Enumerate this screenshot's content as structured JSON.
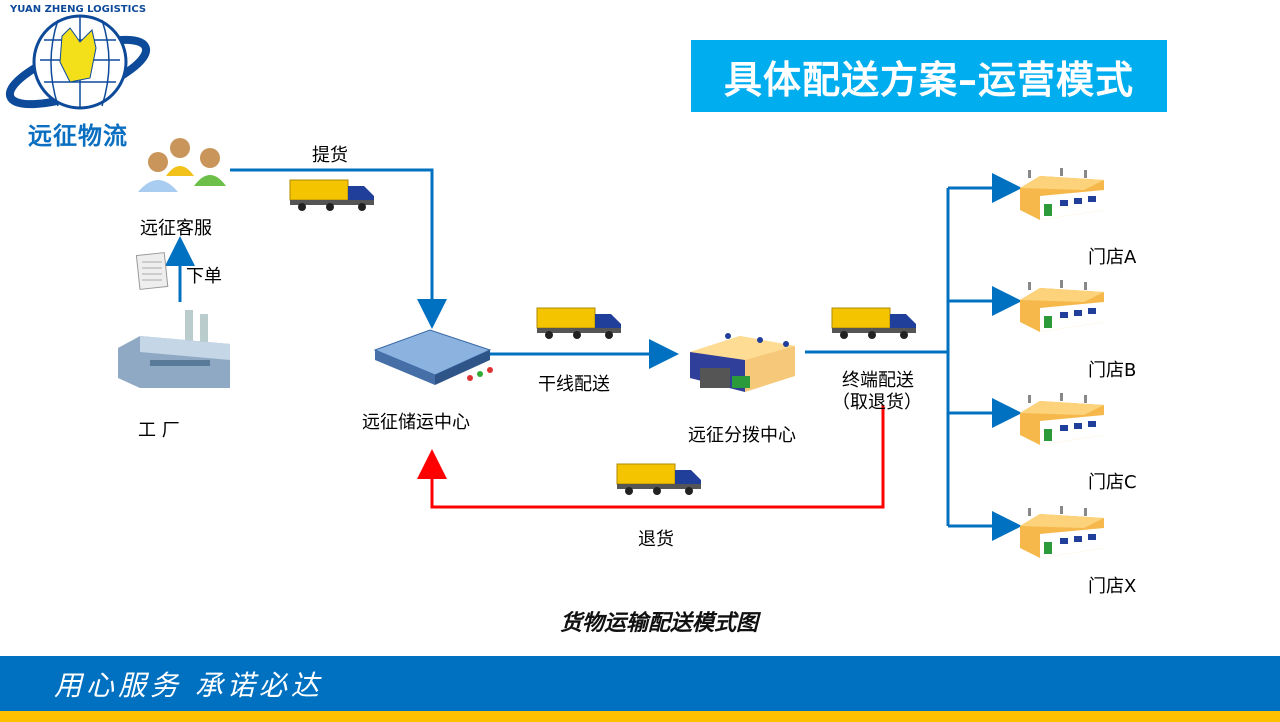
{
  "logo": {
    "english_text": "YUAN ZHENG LOGISTICS",
    "name": "远征物流"
  },
  "title": "具体配送方案–运营模式",
  "nodes": {
    "customer_service": "远征客服",
    "factory": "工 厂",
    "storage_center": "远征储运中心",
    "distribution_center": "远征分拨中心",
    "stores": [
      "门店A",
      "门店B",
      "门店C",
      "门店X"
    ]
  },
  "edges": {
    "pickup": "提货",
    "order": "下单",
    "trunk": "干线配送",
    "terminal": "终端配送",
    "terminal_sub": "（取退货）",
    "return": "退货"
  },
  "caption": "货物运输配送模式图",
  "footer": {
    "slogan": "用心服务 承诺必达"
  },
  "colors": {
    "title_bg": "#00aeef",
    "flow": "#0070c0",
    "return": "#ff0000",
    "footer": "#0070c0",
    "footer_strip": "#ffc000"
  }
}
